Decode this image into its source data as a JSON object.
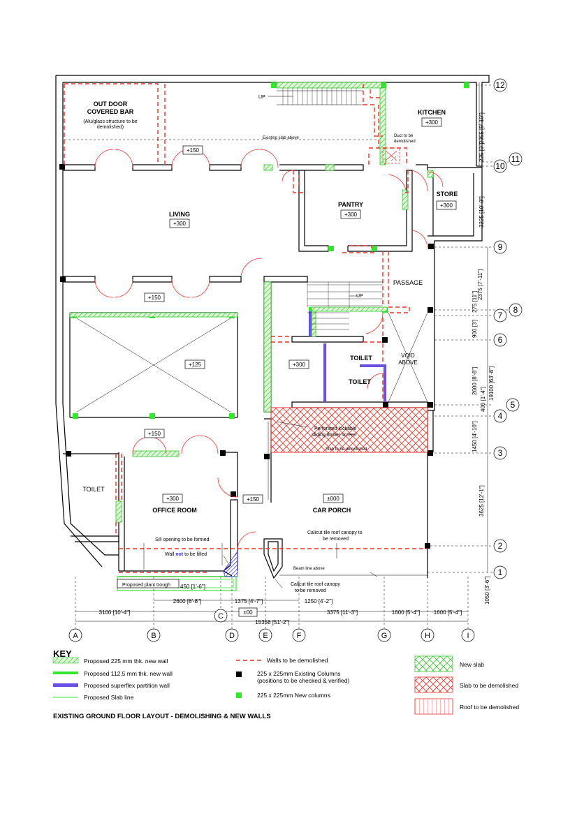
{
  "rooms": {
    "outdoor_bar_1": "OUT DOOR",
    "outdoor_bar_2": "COVERED BAR",
    "outdoor_note_1": "(Alu/glass structure to be",
    "outdoor_note_2": "demolished)",
    "kitchen": "KITCHEN",
    "kitchen_level": "+300",
    "living": "LIVING",
    "living_level": "+300",
    "pantry": "PANTRY",
    "pantry_level": "+300",
    "store": "STORE",
    "store_level": "+300",
    "passage": "PASSAGE",
    "toilet_a": "TOILET",
    "toilet_b": "TOILET",
    "toilet_c": "TOILET",
    "void_1": "VOID",
    "void_2": "ABOVE",
    "level_stair": "+300",
    "level_terrace_top": "+150",
    "level_mid": "+150",
    "level_court": "+125",
    "level_below_court": "+150",
    "office": "OFFICE ROOM",
    "office_level": "+300",
    "office_side_level": "+150",
    "car_porch": "CAR PORCH",
    "car_porch_level": "±000",
    "entrance_level": "±00"
  },
  "notes": {
    "up_top": "UP",
    "up_stair": "UP",
    "existing_slab": "Existing slab above",
    "duct_1": "Duct to be",
    "duct_2": "demolished",
    "screen_1": "Perforated lockable",
    "screen_2": "sliding timber screen",
    "slab_demolish": "Slab to be demolished",
    "canopy_1": "Calicut tile roof canopy to",
    "canopy_2": "be removed",
    "canopy_b1": "Calicut tile roof canopy",
    "canopy_b2": "to be removed",
    "beam_line": "Beam line above",
    "sill": "Sill opening to be formed",
    "wall_pre": "Wall ",
    "wall_not": "not",
    "wall_post": " to be filled",
    "plant_trough": "Proposed plant trough",
    "trough_dim": "450 [1'-6\"]"
  },
  "grid": {
    "rows": [
      "1",
      "2",
      "3",
      "4",
      "5",
      "6",
      "7",
      "8",
      "9",
      "10",
      "11",
      "12"
    ],
    "cols": [
      "A",
      "B",
      "C",
      "D",
      "E",
      "F",
      "G",
      "H",
      "I"
    ]
  },
  "dims_right": {
    "d12_11": "2955 [9'-10\"]",
    "d11_10": "225 [9\"]",
    "d10_9": "3225 [10'-9\"]",
    "d9_8": "2375 [7'-11\"]",
    "d8_7": "275 [11\"]",
    "d7_6": "900 [3']",
    "d6_5": "2600 [8'-8\"]",
    "d5_4": "400 [1'-4\"]",
    "overall": "19100 [63'-8\"]",
    "d4_3": "1450 [4'-10\"]",
    "d3_2": "3625 [12'-1\"]",
    "d2_1": "1050 [3'-6\"]"
  },
  "dims_bottom": {
    "ab": "3100 [10'-4\"]",
    "bc": "2600 [8'-8\"]",
    "de": "1375 [4'-7\"]",
    "ef": "1250 [4'-2\"]",
    "fg": "3375 [11'-3\"]",
    "gh": "1600 [5'-4\"]",
    "hi": "1600 [5'-4\"]",
    "overall": "15358 [51'-2\"]"
  },
  "key": {
    "title": "KEY",
    "items": [
      "Proposed 225 mm thk. new wall",
      "Proposed 112.5 mm thk. new wall",
      "Proposed superflex partition wall",
      "Proposed Slab line",
      "Walls to be demolished",
      "225 x 225mm Existing Columns",
      "(positions to be checked & verified)",
      "225 x 225mm New columns",
      "New slab",
      "Slab to be demolished",
      "Roof to be demolished"
    ]
  },
  "drawing_title": "EXISTING GROUND FLOOR LAYOUT  - DEMOLISHING & NEW WALLS",
  "colors": {
    "new_wall": "#35e62e",
    "demolish": "#e8312a",
    "partition": "#6a4fe0"
  }
}
